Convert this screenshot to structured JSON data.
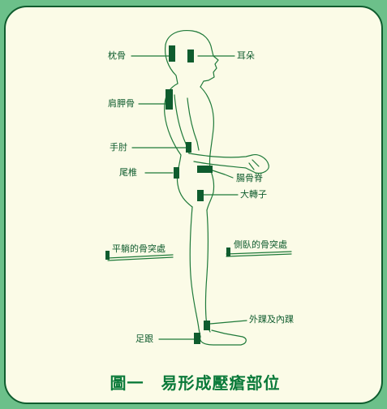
{
  "labels": {
    "occipital": "枕骨",
    "ear": "耳朵",
    "scapula": "肩胛骨",
    "elbow": "手肘",
    "coccyx": "尾椎",
    "iliac_crest": "腸骨脊",
    "greater_trochanter": "大轉子",
    "supine_prominences": "平躺的骨突處",
    "lateral_prominences": "側臥的骨突處",
    "malleoli": "外踝及內踝",
    "heel": "足跟"
  },
  "caption": "圖一　易形成壓瘡部位",
  "colors": {
    "frame_background": "#6cc08a",
    "card_background": "#fbfbe7",
    "line": "#1f7a3a",
    "marker": "#0f5c2e",
    "caption": "#0b7a3a"
  }
}
